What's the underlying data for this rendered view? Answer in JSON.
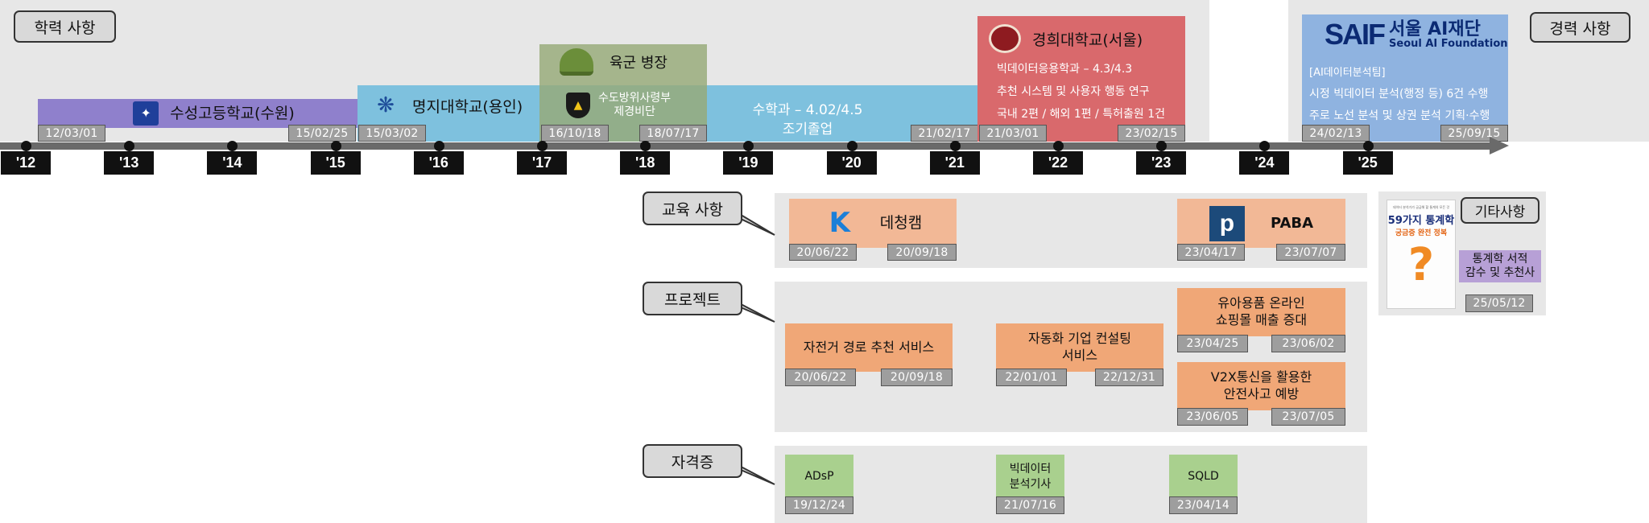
{
  "sections": {
    "education": "학력 사항",
    "career": "경력 사항",
    "training": "교육 사항",
    "projects": "프로젝트",
    "certs": "자격증",
    "etc": "기타사항"
  },
  "timeline": {
    "years": [
      "'12",
      "'13",
      "'14",
      "'15",
      "'16",
      "'17",
      "'18",
      "'19",
      "'20",
      "'21",
      "'22",
      "'23",
      "'24",
      "'25"
    ]
  },
  "education_items": {
    "highschool": {
      "name": "수성고등학교(수원)",
      "start": "12/03/01",
      "end": "15/02/25"
    },
    "myongji": {
      "name": "명지대학교(용인)",
      "start": "15/03/02"
    },
    "army": {
      "title": "육군 병장",
      "unit_line1": "수도방위사령부",
      "unit_line2": "제경비단",
      "start": "16/10/18",
      "end": "18/07/17"
    },
    "math": {
      "line1": "수학과 – 4.02/4.5",
      "line2": "조기졸업",
      "end": "21/02/17"
    },
    "kyunghee": {
      "name": "경희대학교(서울)",
      "line1": "빅데이터응용학과 – 4.3/4.3",
      "line2": "추천 시스템 및 사용자 행동 연구",
      "line3": "국내 2편 / 해외 1편 / 특허출원 1건",
      "start": "21/03/01",
      "end": "23/02/15"
    }
  },
  "career_items": {
    "seoul_ai": {
      "logo_mark": "SAIF",
      "logo_ko": "서울 AI재단",
      "logo_en": "Seoul AI Foundation",
      "line1": "[AI데이터분석팀]",
      "line2": "시정 빅데이터 분석(행정 등) 6건 수행",
      "line3": "주로 노선 분석 및 상권 분석 기획·수행",
      "start": "24/02/13",
      "end": "25/09/15"
    }
  },
  "training_items": [
    {
      "name": "데청캠",
      "start": "20/06/22",
      "end": "20/09/18"
    },
    {
      "name": "PABA",
      "start": "23/04/17",
      "end": "23/07/07"
    }
  ],
  "project_items": [
    {
      "name": "자전거 경로 추천 서비스",
      "start": "20/06/22",
      "end": "20/09/18"
    },
    {
      "line1": "자동화 기업 컨설팅",
      "line2": "서비스",
      "start": "22/01/01",
      "end": "22/12/31"
    },
    {
      "line1": "유아용품 온라인",
      "line2": "쇼핑몰 매출 증대",
      "start": "23/04/25",
      "end": "23/06/02"
    },
    {
      "line1": "V2X통신을 활용한",
      "line2": "안전사고 예방",
      "start": "23/06/05",
      "end": "23/07/05"
    }
  ],
  "cert_items": [
    {
      "name": "ADsP",
      "date": "19/12/24"
    },
    {
      "line1": "빅데이터",
      "line2": "분석기사",
      "date": "21/07/16"
    },
    {
      "name": "SQLD",
      "date": "23/04/14"
    }
  ],
  "etc_item": {
    "book_line1": "59가지 통계학",
    "book_line2": "궁금증 완전 정복",
    "book_top": "데이터 분석가가 궁금해 할 통계의 모든 것",
    "line1": "통계학 서적",
    "line2": "감수 및 추천사",
    "date": "25/05/12"
  },
  "colors": {
    "highschool": "#8f80cc",
    "myongji": "#7ec1de",
    "army": "#9fae84",
    "kyunghee": "#d9696c",
    "seoul_ai": "#8fb3e0",
    "training": "#f2b896",
    "project": "#f0a777",
    "cert": "#a9d08e",
    "etc": "#b7a0d6"
  }
}
